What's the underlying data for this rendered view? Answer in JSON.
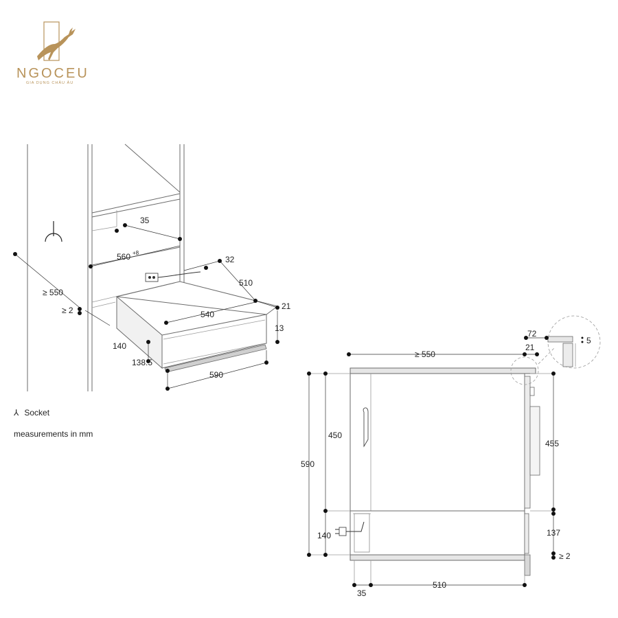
{
  "brand": {
    "name": "NGOCEU",
    "tagline": "GIA DỤNG CHÂU ÂU",
    "color": "#b8935a"
  },
  "legend": {
    "socket_label": "Socket",
    "units_note": "measurements in mm"
  },
  "perspective_view": {
    "labels": {
      "d35": "35",
      "d560": "560",
      "d560_sup": "+8",
      "d32": "32",
      "d510": "510",
      "d21": "21",
      "d13": "13",
      "d550": "≥ 550",
      "d2": "≥ 2",
      "d540": "540",
      "d140": "140",
      "d138_5": "138.5",
      "d590": "590"
    }
  },
  "side_view": {
    "labels": {
      "d72": "72",
      "d5": "5",
      "d550": "≥ 550",
      "d21": "21",
      "d450": "450",
      "d590": "590",
      "d455": "455",
      "d140": "140",
      "d137": "137",
      "d2": "≥ 2",
      "d35": "35",
      "d510": "510"
    }
  }
}
